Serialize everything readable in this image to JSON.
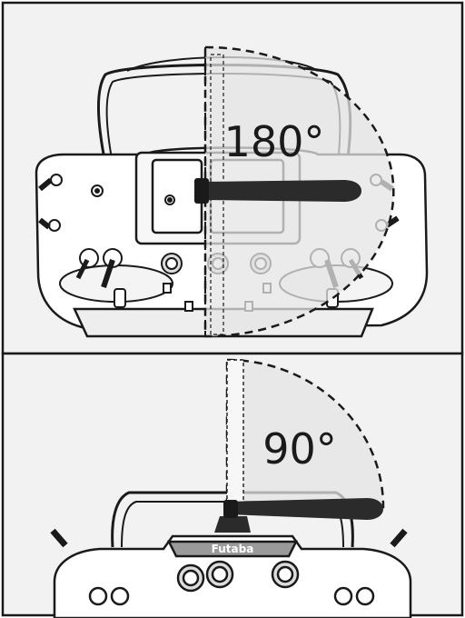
{
  "figure": {
    "panel_top": {
      "angle_label": "180°"
    },
    "panel_bottom": {
      "angle_label": "90°",
      "brand_label": "Futaba"
    }
  },
  "colors": {
    "panel_bg": "#f2f2f2",
    "body_fill": "#ffffff",
    "stroke": "#1a1a1a",
    "antenna": "#2b2b2b",
    "sweep_fill": "#e4e4e4",
    "nameplate": "#9a9a9a"
  }
}
